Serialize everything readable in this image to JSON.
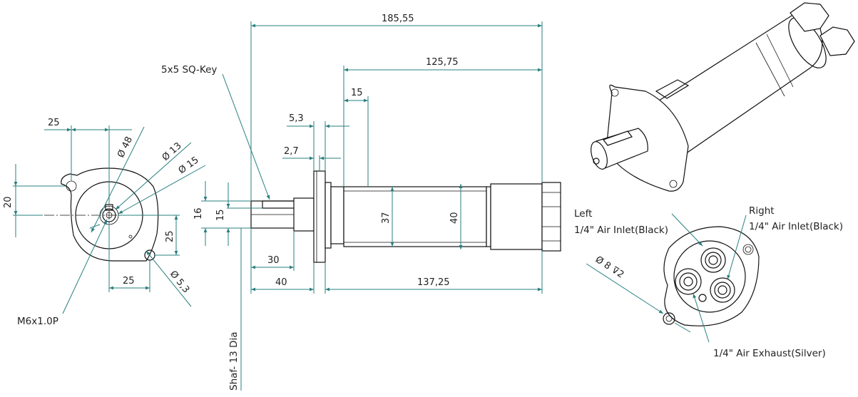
{
  "dimensions": {
    "overall_length": "185,55",
    "body_length": "125,75",
    "step_15": "15",
    "flange_5_3": "5,3",
    "flange_2_7": "2,7",
    "height_16": "16",
    "height_15": "15",
    "dia_37": "37",
    "dia_40": "40",
    "len_30": "30",
    "len_40": "40",
    "len_137_25": "137,25",
    "front_25_top": "25",
    "front_20": "20",
    "front_25_right": "25",
    "front_25_bottom": "25",
    "dia_48": "Ø 48",
    "dia_13": "Ø 13",
    "dia_15": "Ø 15",
    "dia_5_3": "Ø 5,3",
    "dia_8_depth": "Ø 8 ⊽2"
  },
  "notes": {
    "key": "5x5 SQ-Key",
    "thread": "M6x1.0P",
    "shaft": "Shaf- 13 Dia",
    "left_inlet_line1": "Left",
    "left_inlet_line2": "1/4\" Air Inlet(Black)",
    "right_inlet_line1": "Right",
    "right_inlet_line2": "1/4\" Air Inlet(Black)",
    "exhaust": "1/4\" Air Exhaust(Silver)"
  },
  "colors": {
    "dimension_lines": "#2a7f7f",
    "object_lines": "#111111"
  }
}
